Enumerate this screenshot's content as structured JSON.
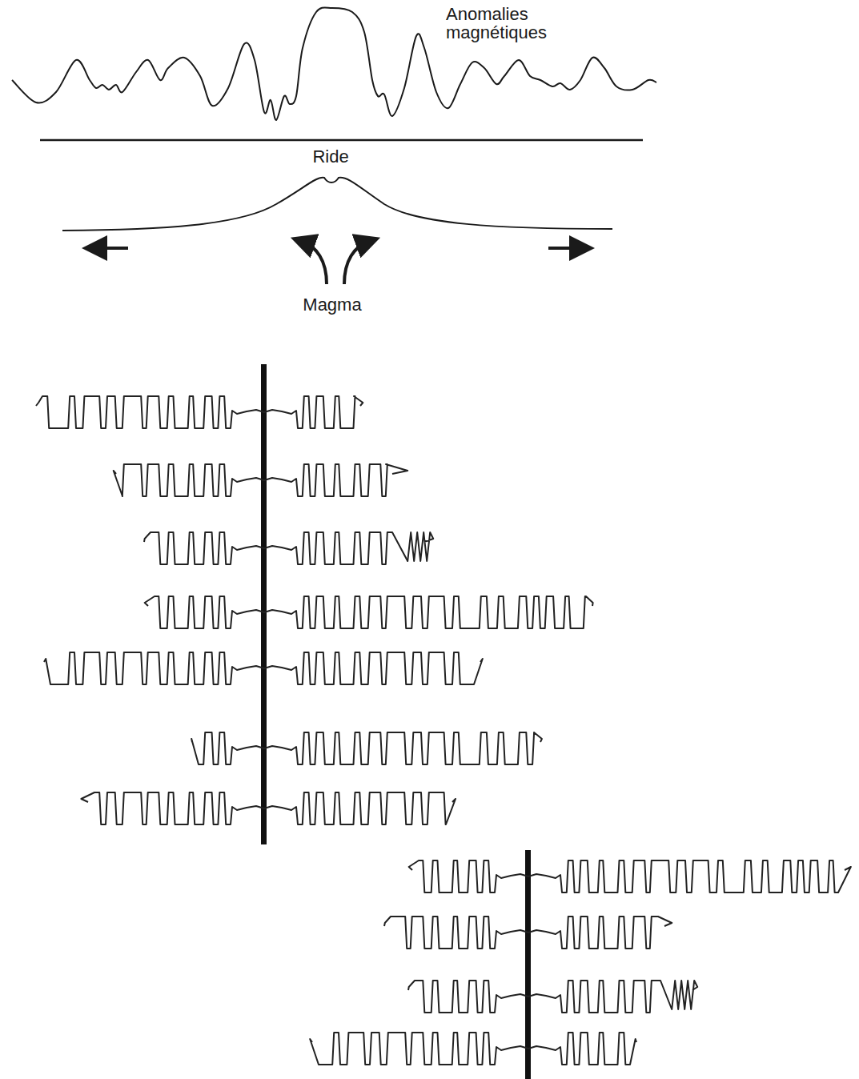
{
  "diagram": {
    "labels": [
      "Anomalies magnétiques",
      "Ride",
      "Magma"
    ]
  }
}
